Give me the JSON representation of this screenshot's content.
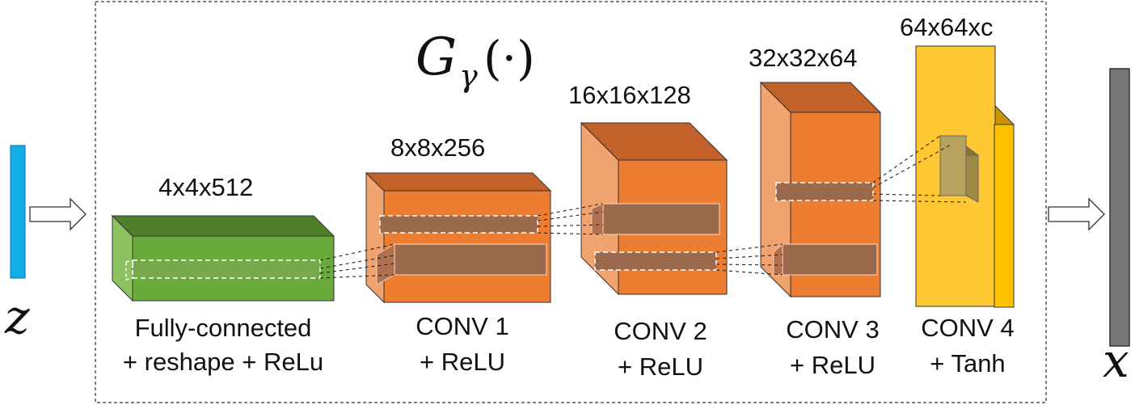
{
  "input": {
    "symbol": "z",
    "color": "#12aee8"
  },
  "output": {
    "symbol": "x",
    "color": "#777777"
  },
  "generator": {
    "name": "G",
    "subscript": "γ",
    "argument": "(·)"
  },
  "layers": [
    {
      "id": "fc",
      "dims": "4x4x512",
      "caption": [
        "Fully-connected",
        "+ reshape + ReLu"
      ],
      "front": "#6aaa3a",
      "top": "#4f7f2a",
      "side": "#8cc262"
    },
    {
      "id": "conv1",
      "dims": "8x8x256",
      "caption": [
        "CONV 1",
        "+ ReLU"
      ],
      "front": "#ed7d31",
      "top": "#c2622a",
      "side": "#f0a26f"
    },
    {
      "id": "conv2",
      "dims": "16x16x128",
      "caption": [
        "CONV 2",
        "+ ReLU"
      ],
      "front": "#ed7d31",
      "top": "#c2622a",
      "side": "#f0a26f"
    },
    {
      "id": "conv3",
      "dims": "32x32x64",
      "caption": [
        "CONV 3",
        "+ ReLU"
      ],
      "front": "#ed7d31",
      "top": "#c2622a",
      "side": "#f0a26f"
    },
    {
      "id": "conv4",
      "dims": "64x64xc",
      "caption": [
        "CONV 4",
        "+ Tanh"
      ],
      "front": "#ffc832",
      "top": "#c89600",
      "side": "#ffc000"
    }
  ],
  "kernel_color": "#9b6a4c"
}
